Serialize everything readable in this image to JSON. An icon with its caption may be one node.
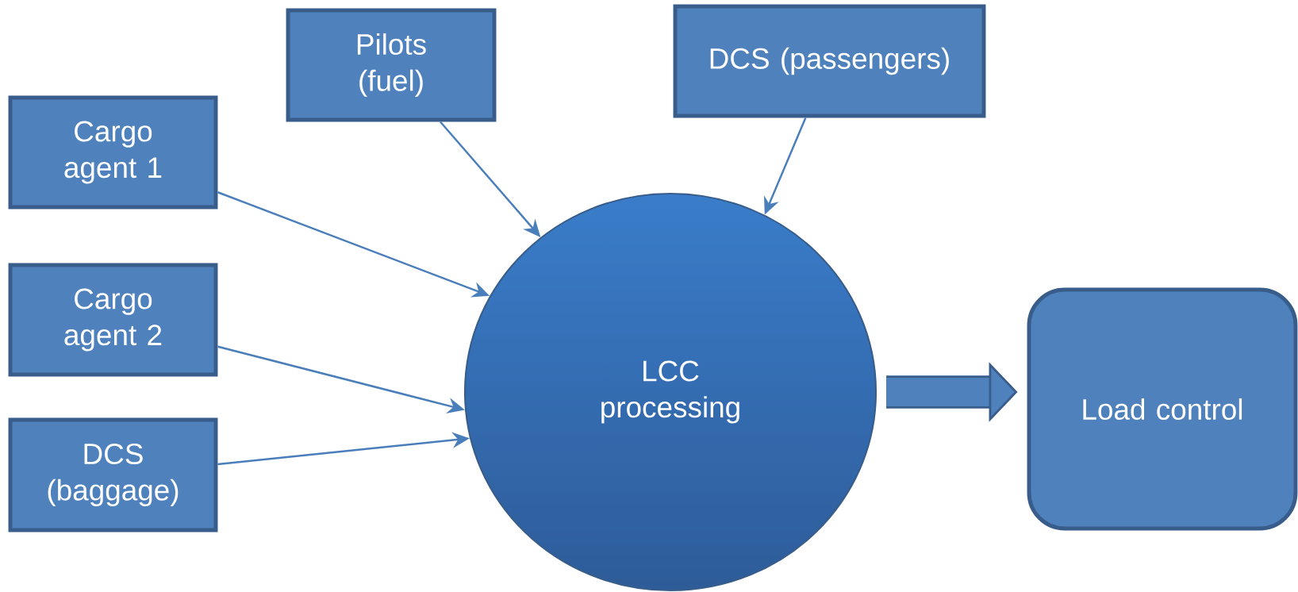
{
  "diagram": {
    "nodes": [
      {
        "text": [
          "Cargo agent 1"
        ]
      },
      {
        "text": [
          "Pilots (fuel)"
        ]
      },
      {
        "text": [
          "DCS (passengers)"
        ]
      },
      {
        "text": [
          "Cargo agent 2"
        ]
      },
      {
        "text": [
          "DCS (baggage)"
        ]
      },
      {
        "text": [
          "LCC processing"
        ]
      },
      {
        "text": [
          "Load control"
        ]
      }
    ],
    "edges": [
      {
        "from": 0,
        "to": 5,
        "arrow": "to"
      },
      {
        "from": 1,
        "to": 5,
        "arrow": "to"
      },
      {
        "from": 2,
        "to": 5,
        "arrow": "to"
      },
      {
        "from": 3,
        "to": 5,
        "arrow": "to"
      },
      {
        "from": 4,
        "to": 5,
        "arrow": "to"
      },
      {
        "from": 5,
        "to": 6,
        "arrow": "to",
        "style": "thick"
      }
    ]
  }
}
